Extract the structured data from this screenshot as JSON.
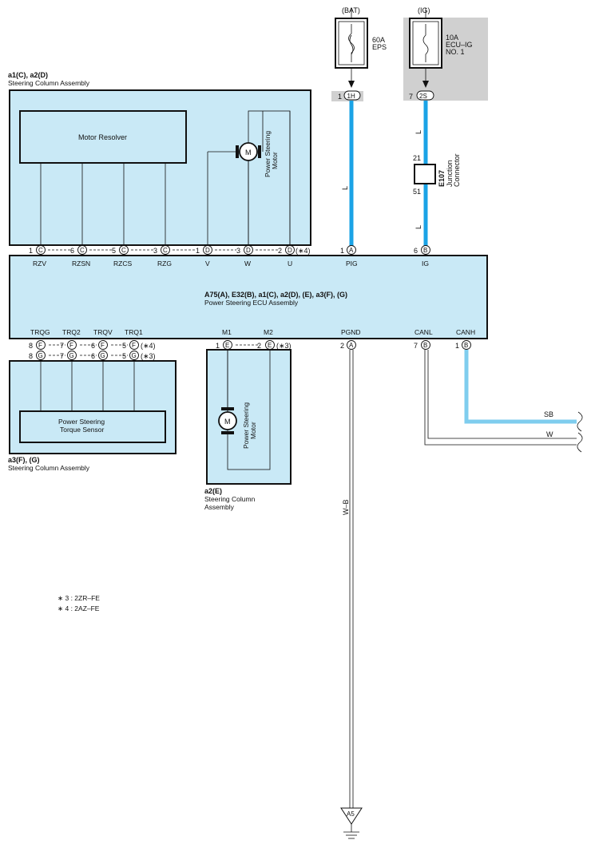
{
  "power_sources": {
    "bat": {
      "label": "(BAT)",
      "fuse_amp": "60A",
      "fuse_name": "EPS"
    },
    "ig": {
      "label": "(IG)",
      "fuse_amp": "10A",
      "fuse_name_1": "ECU–IG",
      "fuse_name_2": "NO. 1"
    }
  },
  "fuse_connectors": {
    "bat": {
      "pin": "1",
      "conn": "1H"
    },
    "ig": {
      "pin": "7",
      "conn": "2S"
    }
  },
  "wire_colors": {
    "pig": "L",
    "ig_upper": "L",
    "ig_lower": "L",
    "canh": "SB",
    "canl": "W",
    "ground": "W–B"
  },
  "junction": {
    "code": "E107",
    "name_1": "Junction",
    "name_2": "Connector",
    "pin_top": "21",
    "pin_bottom": "51"
  },
  "steering_column_top": {
    "code": "a1(C), a2(D)",
    "name": "Steering Column Assembly",
    "resolver_label": "Motor Resolver",
    "motor_symbol": "M",
    "motor_label_1": "Power Steering",
    "motor_label_2": "Motor"
  },
  "ecu": {
    "code": "A75(A), E32(B), a1(C), a2(D), (E), a3(F), (G)",
    "name": "Power Steering ECU Assembly",
    "top_terminals": [
      {
        "num": "1",
        "conn": "C",
        "name": "RZV"
      },
      {
        "num": "6",
        "conn": "C",
        "name": "RZSN"
      },
      {
        "num": "5",
        "conn": "C",
        "name": "RZCS"
      },
      {
        "num": "3",
        "conn": "C",
        "name": "RZG"
      },
      {
        "num": "1",
        "conn": "D",
        "name": "V"
      },
      {
        "num": "3",
        "conn": "D",
        "name": "W"
      },
      {
        "num": "2",
        "conn": "D",
        "name": "U"
      }
    ],
    "top_note": "(∗4)",
    "pig": {
      "num": "1",
      "conn": "A",
      "name": "PIG"
    },
    "ig": {
      "num": "6",
      "conn": "B",
      "name": "IG"
    },
    "bottom_terminals": {
      "trqg": {
        "name": "TRQG",
        "r1_num": "8",
        "r1_conn": "F",
        "r2_num": "8",
        "r2_conn": "G"
      },
      "trq2": {
        "name": "TRQ2",
        "r1_num": "7",
        "r1_conn": "F",
        "r2_num": "7",
        "r2_conn": "G"
      },
      "trqv": {
        "name": "TRQV",
        "r1_num": "6",
        "r1_conn": "F",
        "r2_num": "6",
        "r2_conn": "G"
      },
      "trq1": {
        "name": "TRQ1",
        "r1_num": "5",
        "r1_conn": "F",
        "r2_num": "5",
        "r2_conn": "G"
      },
      "note_row1": "(∗4)",
      "note_row2": "(∗3)",
      "m1": {
        "name": "M1",
        "num": "1",
        "conn": "E"
      },
      "m2": {
        "name": "M2",
        "num": "2",
        "conn": "E"
      },
      "m_note": "(∗3)",
      "pgnd": {
        "name": "PGND",
        "num": "2",
        "conn": "A"
      },
      "canl": {
        "name": "CANL",
        "num": "7",
        "conn": "B"
      },
      "canh": {
        "name": "CANH",
        "num": "1",
        "conn": "B"
      }
    }
  },
  "torque_sensor": {
    "label_1": "Power Steering",
    "label_2": "Torque Sensor",
    "code": "a3(F), (G)",
    "name": "Steering Column Assembly"
  },
  "motor_e": {
    "symbol": "M",
    "label_1": "Power Steering",
    "label_2": "Motor",
    "code": "a2(E)",
    "name_1": "Steering Column",
    "name_2": "Assembly"
  },
  "notes": [
    "∗ 3 : 2ZR–FE",
    "∗ 4 : 2AZ–FE"
  ],
  "ground": {
    "code": "A5"
  }
}
